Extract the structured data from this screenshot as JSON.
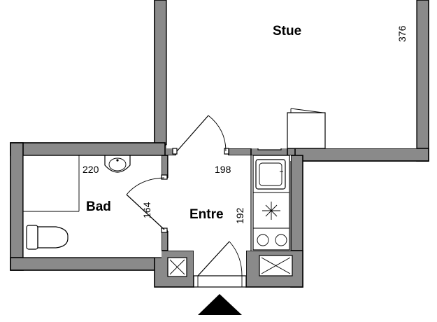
{
  "rooms": {
    "stue": "Stue",
    "bad": "Bad",
    "entre": "Entre"
  },
  "dimensions": {
    "stue_height": "376",
    "bad_width": "220",
    "bad_door": "164",
    "entre_width": "198",
    "entre_height": "192"
  },
  "colors": {
    "wall_fill": "#8a8a8a",
    "line": "#000000",
    "background": "#ffffff"
  },
  "icons": [
    "washbasin-icon",
    "toilet-icon",
    "sink-icon",
    "stove-icon",
    "ventilation-shaft-icon",
    "entrance-arrow-icon"
  ]
}
